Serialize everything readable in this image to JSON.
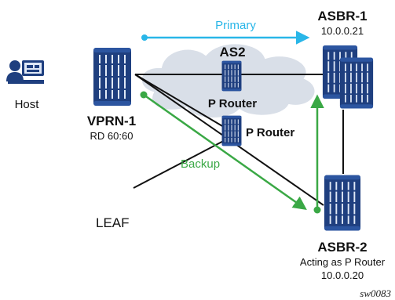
{
  "colors": {
    "router_fill": "#1f3f7f",
    "router_lines": "#dfe8f6",
    "cloud": "#d9dfe8",
    "primary": "#29b6e8",
    "backup": "#3aa845",
    "link": "#111111"
  },
  "host": {
    "label": "Host",
    "icon": "host-workstation-icon"
  },
  "vprn1": {
    "name": "VPRN-1",
    "rd": "RD 60:60",
    "icon": "router-icon"
  },
  "cloud": {
    "label": "AS2",
    "icon": "cloud-icon"
  },
  "p_router_top": {
    "label": "P Router",
    "icon": "router-icon"
  },
  "p_router_mid": {
    "label": "P Router",
    "icon": "router-icon"
  },
  "asbr1": {
    "name": "ASBR-1",
    "ip": "10.0.0.21",
    "icon": "router-stack-icon"
  },
  "asbr2": {
    "name": "ASBR-2",
    "role": "Acting as P Router",
    "ip": "10.0.0.20",
    "icon": "router-icon"
  },
  "paths": {
    "primary": "Primary",
    "backup": "Backup"
  },
  "leaf_label": "LEAF",
  "figure_id": "sw0083"
}
